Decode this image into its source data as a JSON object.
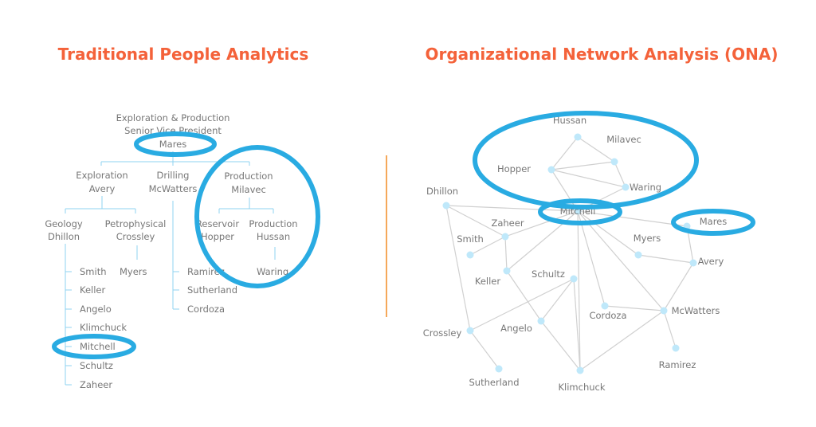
{
  "left_title": "Traditional People Analytics",
  "right_title": "Organizational Network Analysis (ONA)",
  "org_chart": {
    "top": {
      "line1": "Exploration & Production",
      "line2": "Senior Vice President",
      "name": "Mares"
    },
    "exploration": {
      "dept": "Exploration",
      "name": "Avery"
    },
    "drilling": {
      "dept": "Drilling",
      "name": "McWatters"
    },
    "production": {
      "dept": "Production",
      "name": "Milavec"
    },
    "geology": {
      "dept": "Geology",
      "name": "Dhillon"
    },
    "petrophysical": {
      "dept": "Petrophysical",
      "name": "Crossley"
    },
    "reservoir": {
      "dept": "Reservoir",
      "name": "Hopper"
    },
    "production_sub": {
      "dept": "Production",
      "name": "Hussan"
    },
    "geology_team": [
      "Smith",
      "Keller",
      "Angelo",
      "Klimchuck",
      "Mitchell",
      "Schultz",
      "Zaheer"
    ],
    "petrophysical_team": [
      "Myers"
    ],
    "drilling_team": [
      "Ramirez",
      "Sutherland",
      "Cordoza"
    ],
    "production_team": [
      "Waring"
    ]
  },
  "network": {
    "nodes": [
      "Hussan",
      "Milavec",
      "Hopper",
      "Waring",
      "Dhillon",
      "Mitchell",
      "Mares",
      "Zaheer",
      "Smith",
      "Keller",
      "Myers",
      "Avery",
      "Schultz",
      "Cordoza",
      "McWatters",
      "Crossley",
      "Angelo",
      "Ramirez",
      "Sutherland",
      "Klimchuck"
    ],
    "edges": [
      [
        "Hussan",
        "Hopper"
      ],
      [
        "Hussan",
        "Milavec"
      ],
      [
        "Hopper",
        "Milavec"
      ],
      [
        "Hopper",
        "Waring"
      ],
      [
        "Milavec",
        "Waring"
      ],
      [
        "Hopper",
        "Mitchell"
      ],
      [
        "Waring",
        "Mitchell"
      ],
      [
        "Dhillon",
        "Mitchell"
      ],
      [
        "Dhillon",
        "Zaheer"
      ],
      [
        "Dhillon",
        "Crossley"
      ],
      [
        "Mitchell",
        "Zaheer"
      ],
      [
        "Zaheer",
        "Smith"
      ],
      [
        "Zaheer",
        "Keller"
      ],
      [
        "Mitchell",
        "Keller"
      ],
      [
        "Mitchell",
        "Mares"
      ],
      [
        "Mares",
        "Avery"
      ],
      [
        "Mitchell",
        "Myers"
      ],
      [
        "Myers",
        "Avery"
      ],
      [
        "Mitchell",
        "Klimchuck"
      ],
      [
        "Mitchell",
        "Cordoza"
      ],
      [
        "Mitchell",
        "McWatters"
      ],
      [
        "Avery",
        "McWatters"
      ],
      [
        "Cordoza",
        "McWatters"
      ],
      [
        "McWatters",
        "Ramirez"
      ],
      [
        "McWatters",
        "Klimchuck"
      ],
      [
        "Schultz",
        "Crossley"
      ],
      [
        "Schultz",
        "Angelo"
      ],
      [
        "Schultz",
        "Klimchuck"
      ],
      [
        "Keller",
        "Angelo"
      ],
      [
        "Angelo",
        "Klimchuck"
      ],
      [
        "Crossley",
        "Sutherland"
      ]
    ],
    "highlighted": [
      "Mitchell",
      "Mares"
    ]
  },
  "colors": {
    "title": "#f4623a",
    "highlight": "#29abe2",
    "divider": "#f5a85a"
  }
}
